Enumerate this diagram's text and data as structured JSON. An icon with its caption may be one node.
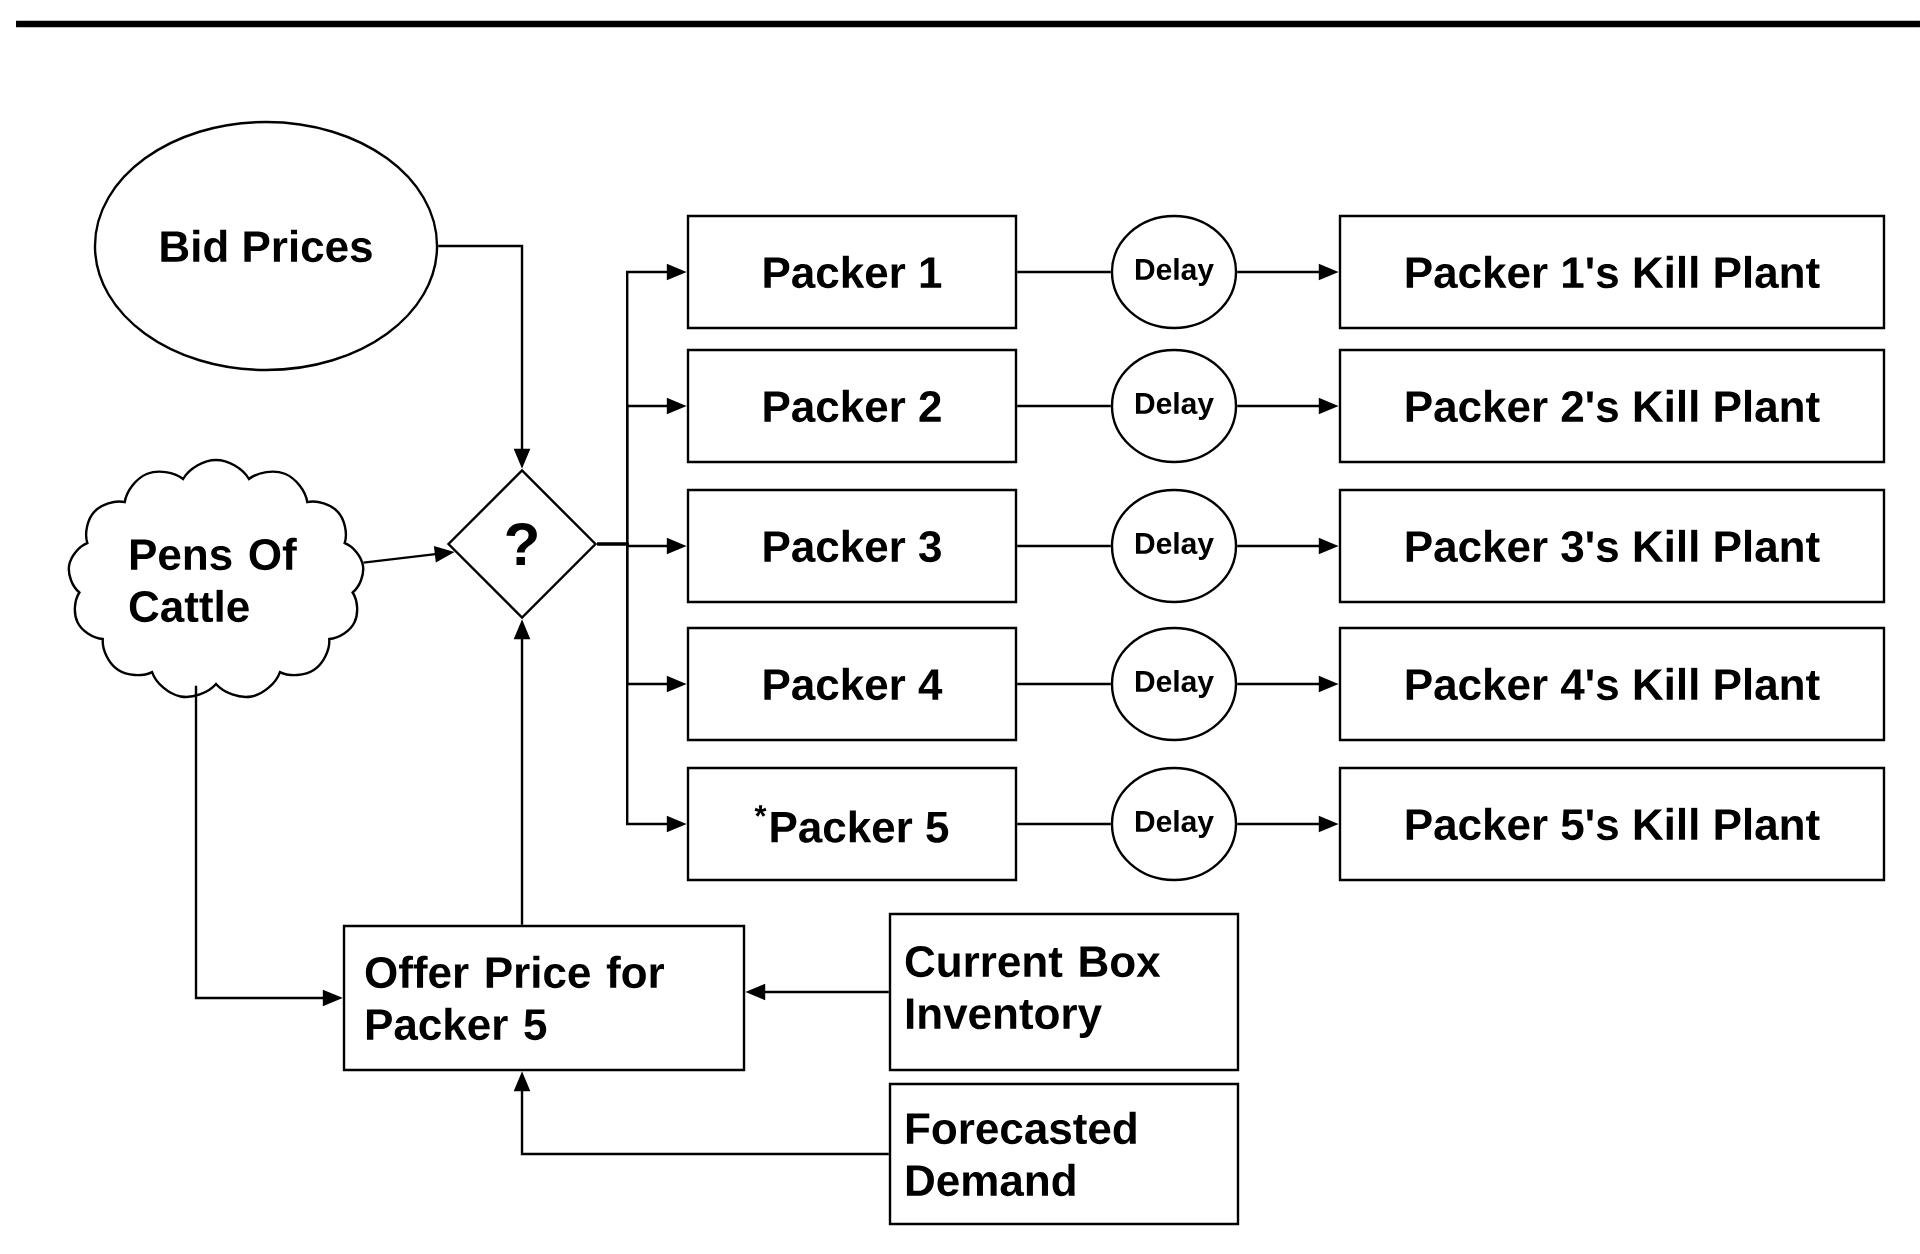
{
  "diagram": {
    "nodes": [
      {
        "text": [
          "Bid Prices"
        ]
      },
      {
        "text": [
          "Pens Of Cattle"
        ]
      },
      {
        "text": [
          "?"
        ]
      },
      {
        "text": [
          "Packer 1"
        ]
      },
      {
        "text": [
          "Packer 2"
        ]
      },
      {
        "text": [
          "Packer 3"
        ]
      },
      {
        "text": [
          "Packer 4"
        ]
      },
      {
        "text": [
          "$^{*}$Packer 5"
        ]
      },
      {
        "text": [
          "Delay"
        ]
      },
      {
        "text": [
          "Delay"
        ]
      },
      {
        "text": [
          "Delay"
        ]
      },
      {
        "text": [
          "Delay"
        ]
      },
      {
        "text": [
          "Delay"
        ]
      },
      {
        "text": [
          "Packer 1's Kill Plant"
        ]
      },
      {
        "text": [
          "Packer 2's Kill Plant"
        ]
      },
      {
        "text": [
          "Packer 3's Kill Plant"
        ]
      },
      {
        "text": [
          "Packer 4's Kill Plant"
        ]
      },
      {
        "text": [
          "Packer 5's Kill Plant"
        ]
      },
      {
        "text": [
          "Offer Price for Packer 5"
        ]
      },
      {
        "text": [
          "Current Box Inventory"
        ]
      },
      {
        "text": [
          "Forecasted Demand"
        ]
      }
    ],
    "edges": [
      {
        "from": 0,
        "to": 2,
        "arrow": "to"
      },
      {
        "from": 1,
        "to": 2,
        "arrow": "to"
      },
      {
        "from": 2,
        "to": 3,
        "arrow": "to"
      },
      {
        "from": 2,
        "to": 4,
        "arrow": "to"
      },
      {
        "from": 2,
        "to": 5,
        "arrow": "to"
      },
      {
        "from": 2,
        "to": 6,
        "arrow": "to"
      },
      {
        "from": 2,
        "to": 7,
        "arrow": "to"
      },
      {
        "from": 3,
        "to": 8,
        "arrow": "none"
      },
      {
        "from": 4,
        "to": 9,
        "arrow": "none"
      },
      {
        "from": 5,
        "to": 10,
        "arrow": "none"
      },
      {
        "from": 6,
        "to": 11,
        "arrow": "none"
      },
      {
        "from": 7,
        "to": 12,
        "arrow": "none"
      },
      {
        "from": 8,
        "to": 13,
        "arrow": "to"
      },
      {
        "from": 9,
        "to": 14,
        "arrow": "to"
      },
      {
        "from": 10,
        "to": 15,
        "arrow": "to"
      },
      {
        "from": 11,
        "to": 16,
        "arrow": "to"
      },
      {
        "from": 12,
        "to": 17,
        "arrow": "to"
      },
      {
        "from": 1,
        "to": 18,
        "arrow": "to"
      },
      {
        "from": 18,
        "to": 2,
        "arrow": "to"
      },
      {
        "from": 19,
        "to": 18,
        "arrow": "to"
      },
      {
        "from": 20,
        "to": 18,
        "arrow": "to"
      }
    ]
  }
}
